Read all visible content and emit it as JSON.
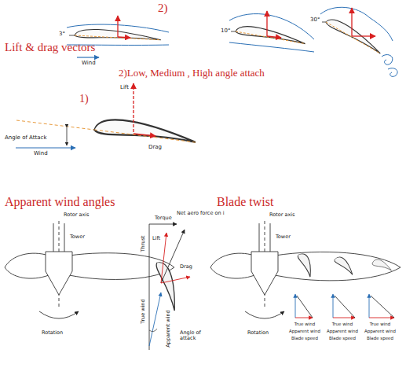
{
  "diagram": {
    "labels": [
      "2)",
      "Lift & drag vectors",
      "3°",
      "Wind",
      "10°",
      "30°",
      "2)Low, Medium , High angle attach",
      "Lift",
      "1)",
      "Angle of Attack",
      "Drag",
      "Wind",
      "Apparent wind angles",
      "Blade twist",
      "Rotor axis",
      "Tower",
      "Thrust",
      "Torque",
      "Net aero force on i",
      "Drag",
      "Lift",
      "True wind",
      "Apparent wind",
      "Angle of attack",
      "Rotation",
      "Rotor axis",
      "Tower",
      "Rotation",
      "True wind",
      "Apparent wind",
      "Blade speed",
      "True wind",
      "Apparent wind",
      "Blade speed",
      "True wind",
      "Apparent wind",
      "Blade speed"
    ]
  }
}
